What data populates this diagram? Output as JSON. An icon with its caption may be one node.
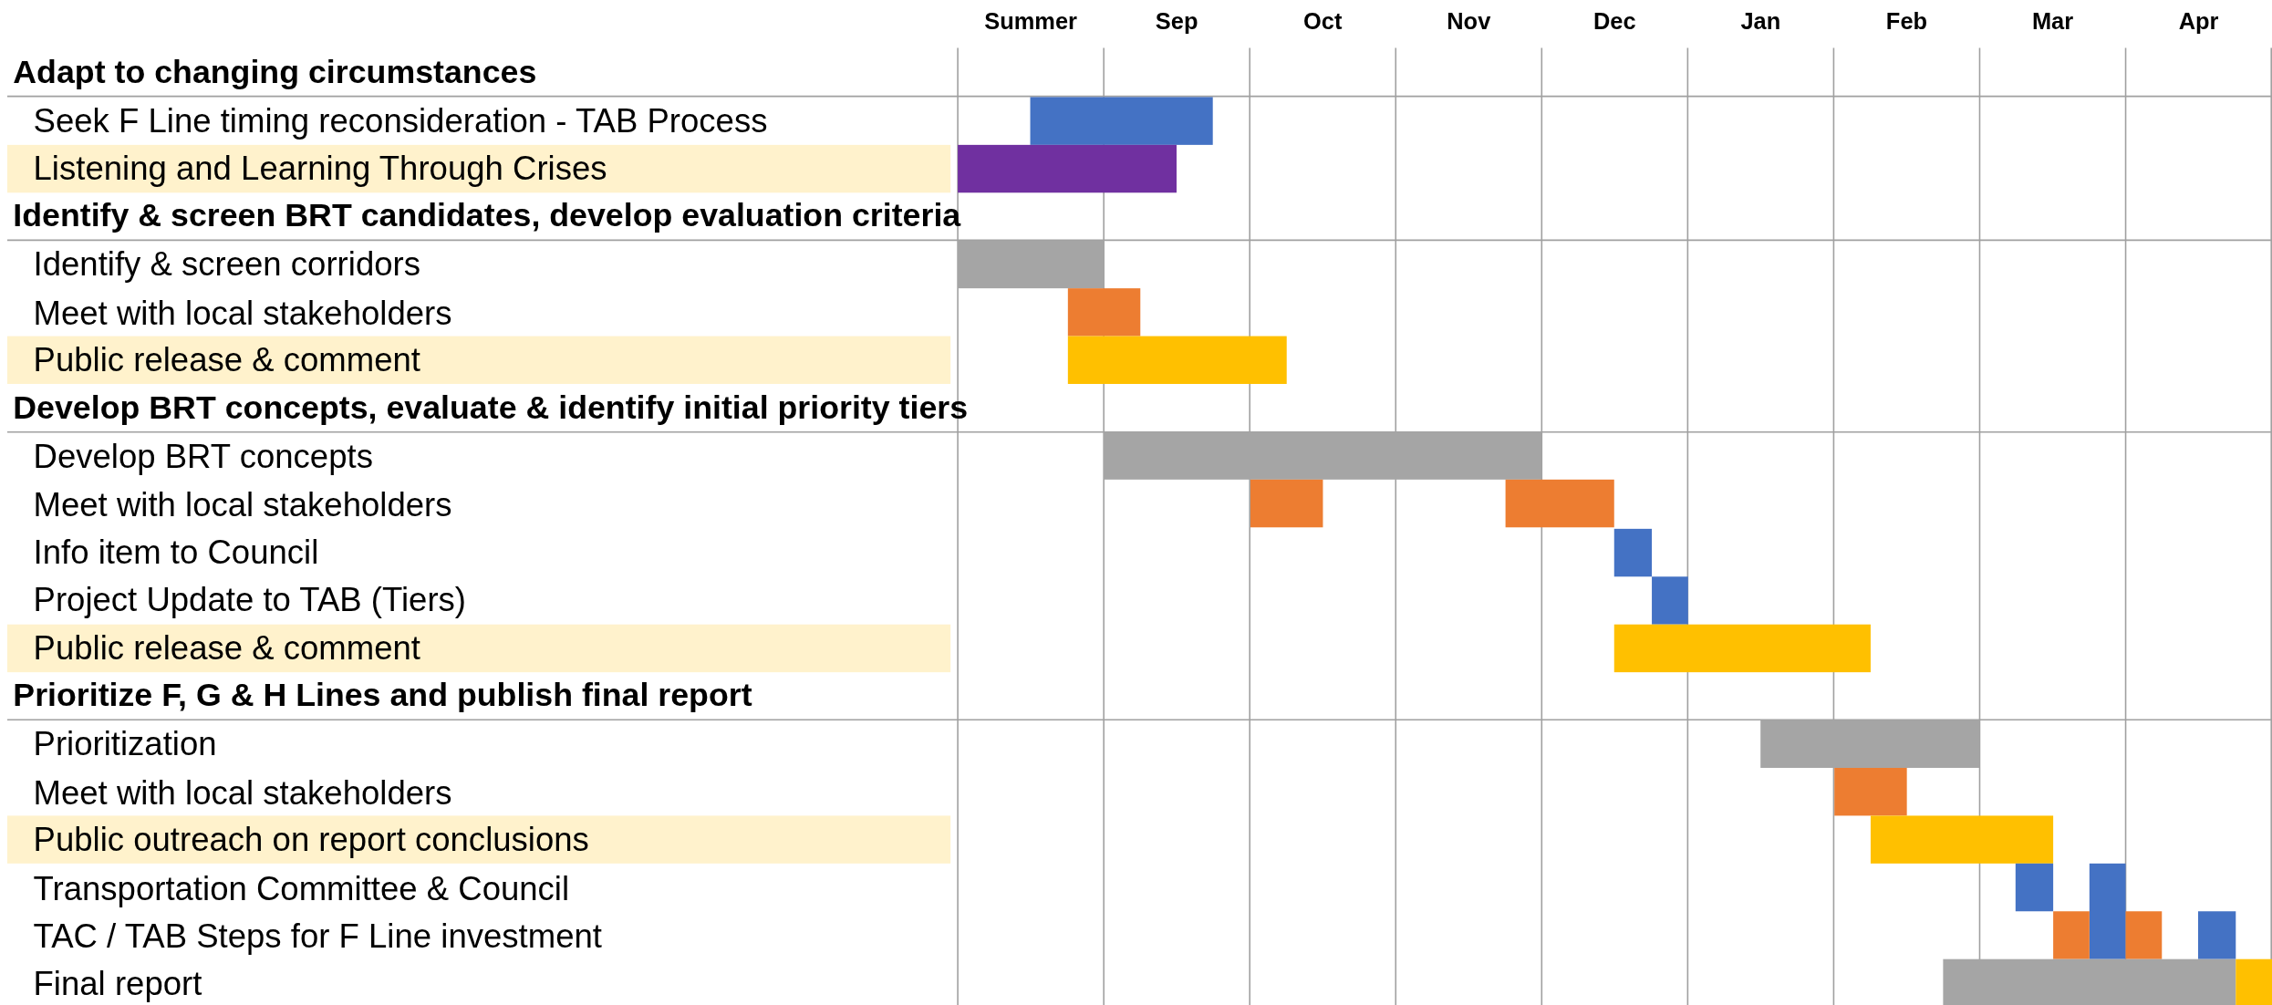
{
  "diagram": {
    "nodes": [
      {
        "text": [],
        "shape": "bar"
      },
      {
        "text": [
          "Listening and Learning Through Crises"
        ]
      },
      {
        "text": [],
        "shape": "bar"
      },
      {
        "text": [],
        "shape": "bar"
      },
      {
        "text": [],
        "shape": "bar"
      },
      {
        "text": [
          "Public release & comment"
        ]
      },
      {
        "text": [],
        "shape": "bar"
      },
      {
        "text": [],
        "shape": "bar"
      },
      {
        "text": [],
        "shape": "bar"
      },
      {
        "text": [],
        "shape": "bar"
      },
      {
        "text": [],
        "shape": "bar"
      },
      {
        "text": [],
        "shape": "bar"
      },
      {
        "text": [
          "Public release & comment"
        ]
      },
      {
        "text": [],
        "shape": "bar"
      },
      {
        "text": [],
        "shape": "bar"
      },
      {
        "text": [],
        "shape": "bar"
      },
      {
        "text": [
          "Public outreach on report conclusions"
        ]
      },
      {
        "text": [],
        "shape": "bar"
      },
      {
        "text": [],
        "shape": "bar"
      },
      {
        "text": [],
        "shape": "bar"
      },
      {
        "text": [],
        "shape": "bar"
      },
      {
        "text": [],
        "shape": "bar"
      },
      {
        "text": [],
        "shape": "bar"
      },
      {
        "text": [],
        "shape": "bar"
      },
      {
        "text": [],
        "shape": "bar"
      }
    ],
    "labels": [
      "Summer",
      "Sep",
      "Oct",
      "Nov",
      "Dec",
      "Jan",
      "Feb",
      "Mar",
      "Apr",
      "Adapt to changing circumstances",
      "Seek F Line timing reconsideration - TAB Process",
      "Identify & screen BRT candidates, develop evaluation criteria",
      "Identify & screen corridors",
      "Meet with local stakeholders",
      "Develop BRT concepts, evaluate & identify initial priority tiers",
      "Develop BRT concepts",
      "Meet with local stakeholders",
      "Info item to Council",
      "Project Update to TAB (Tiers)",
      "Prioritize F, G & H Lines and publish final report",
      "Prioritization",
      "Meet with local stakeholders",
      "Transportation Committee & Council",
      "TAC / TAB Steps for F Line investment",
      "Final report"
    ]
  }
}
